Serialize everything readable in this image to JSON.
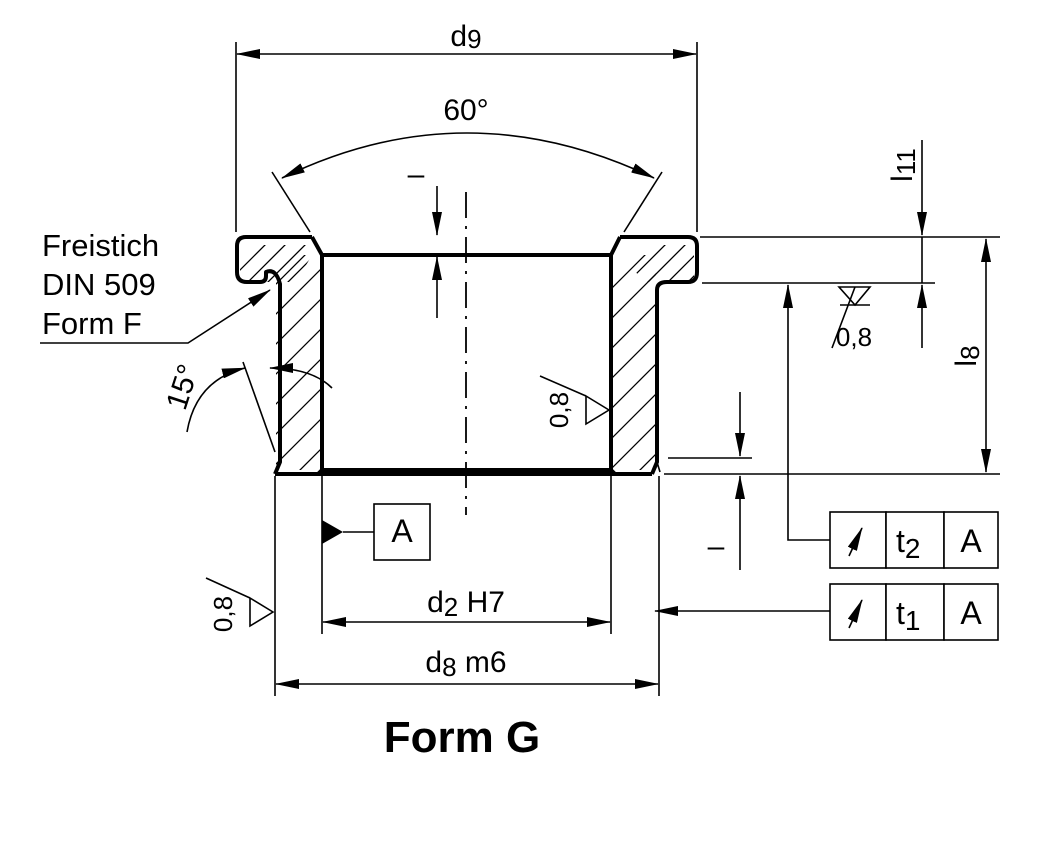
{
  "title": "Form G",
  "dimensions": {
    "d9": {
      "main": "d",
      "sub": "9"
    },
    "d2": {
      "main": "d",
      "sub": "2",
      "tol": "H7"
    },
    "d8": {
      "main": "d",
      "sub": "8",
      "tol": "m6"
    },
    "l8": {
      "main": "l",
      "sub": "8"
    },
    "l11": {
      "main": "l",
      "sub": "11"
    },
    "angle_top": "60°",
    "angle_side": "15°",
    "chamfer_top": "–",
    "chamfer_bottom": "–"
  },
  "relief_groove": {
    "line1": "Freistich",
    "line2": "DIN 509",
    "line3": "Form F"
  },
  "surface_finish": {
    "top": "0,8",
    "bore": "0,8",
    "outer": "0,8"
  },
  "datum": "A",
  "tolerance_frames": [
    {
      "symbol": "↗",
      "value_main": "t",
      "value_sub": "2",
      "datum": "A"
    },
    {
      "symbol": "↗",
      "value_main": "t",
      "value_sub": "1",
      "datum": "A"
    }
  ]
}
